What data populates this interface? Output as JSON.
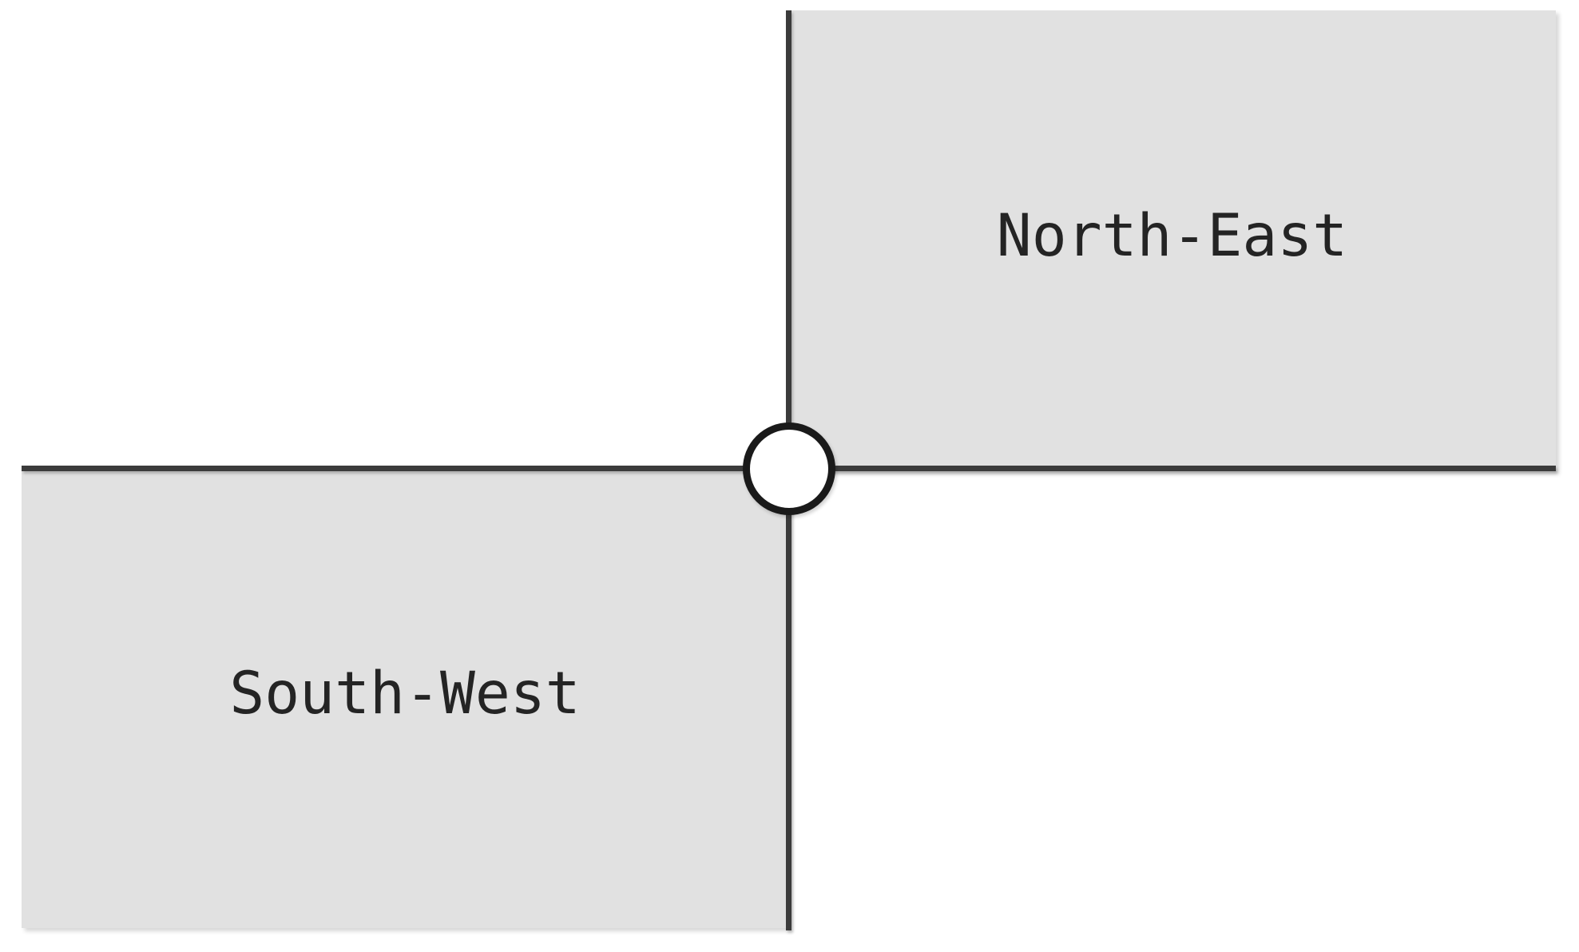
{
  "diagram": {
    "type": "quadrant-graph",
    "quadrants": [
      {
        "label": "North-East",
        "position": "top-right"
      },
      {
        "label": "South-West",
        "position": "bottom-left"
      }
    ],
    "origin_node": {
      "shape": "circle"
    },
    "colors": {
      "background": "#ffffff",
      "quadrant_fill": "#e1e1e1",
      "axis_line": "#3b3b3b",
      "node_border": "#1a1a1a",
      "node_fill": "#ffffff",
      "label_text": "#242424"
    }
  }
}
